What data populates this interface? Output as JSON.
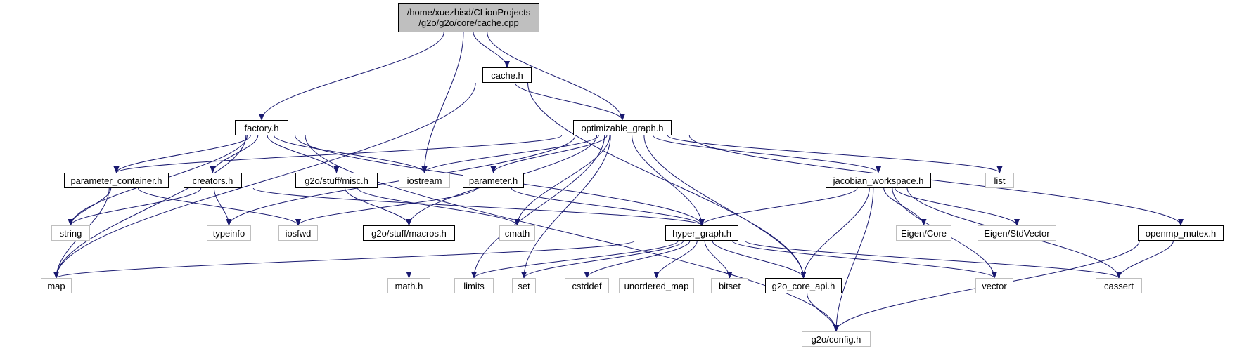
{
  "colors": {
    "edge": "#191970",
    "root_fill": "#bfbfbf",
    "doc_border": "#000000",
    "sys_border": "#bfbfbf"
  },
  "root": {
    "line1": "/home/xuezhisd/CLionProjects",
    "line2": "/g2o/g2o/core/cache.cpp"
  },
  "nodes": {
    "cache_h": "cache.h",
    "factory_h": "factory.h",
    "optimizable_graph_h": "optimizable_graph.h",
    "parameter_container_h": "parameter_container.h",
    "creators_h": "creators.h",
    "misc_h": "g2o/stuff/misc.h",
    "iostream": "iostream",
    "parameter_h": "parameter.h",
    "jacobian_workspace_h": "jacobian_workspace.h",
    "list": "list",
    "string": "string",
    "typeinfo": "typeinfo",
    "iosfwd": "iosfwd",
    "macros_h": "g2o/stuff/macros.h",
    "cmath": "cmath",
    "hyper_graph_h": "hyper_graph.h",
    "eigen_core": "Eigen/Core",
    "eigen_stdvector": "Eigen/StdVector",
    "openmp_mutex_h": "openmp_mutex.h",
    "map": "map",
    "math_h": "math.h",
    "limits": "limits",
    "set": "set",
    "cstddef": "cstddef",
    "unordered_map": "unordered_map",
    "bitset": "bitset",
    "g2o_core_api_h": "g2o_core_api.h",
    "vector": "vector",
    "cassert": "cassert",
    "config_h": "g2o/config.h"
  }
}
